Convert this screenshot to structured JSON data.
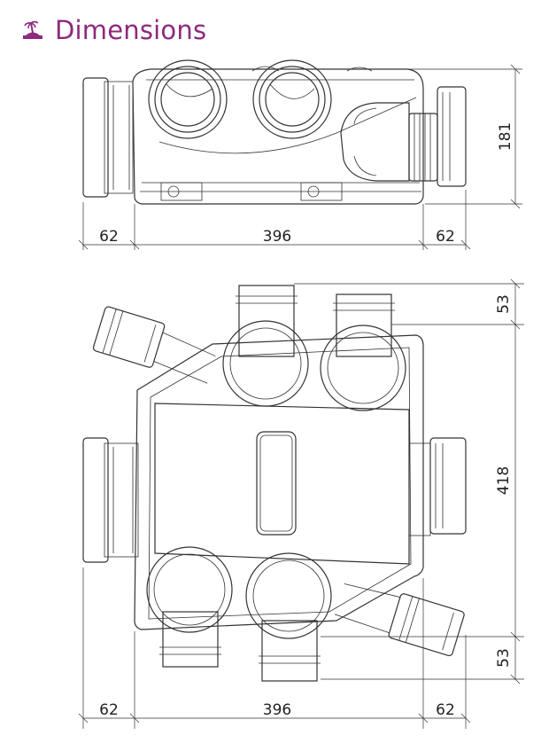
{
  "header": {
    "title": "Dimensions",
    "icon": "sunset-island-icon",
    "accent_color": "#8d2a7e"
  },
  "top_view": {
    "left_offset": "62",
    "body_width": "396",
    "right_offset": "62",
    "height": "181"
  },
  "bottom_view": {
    "left_offset": "62",
    "body_width": "396",
    "right_offset": "62",
    "top_spigot": "53",
    "body_height": "418",
    "bottom_spigot": "53"
  }
}
